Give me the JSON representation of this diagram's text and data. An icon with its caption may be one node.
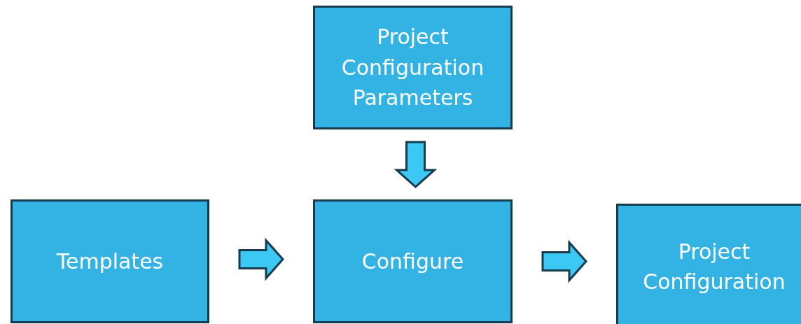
{
  "diagram": {
    "nodes": [
      {
        "text": [
          "Project Configuration Parameters"
        ]
      },
      {
        "text": [
          "Templates"
        ]
      },
      {
        "text": [
          "Configure"
        ]
      },
      {
        "text": [
          "Project Configuration"
        ]
      }
    ],
    "edges": [
      {
        "from": 0,
        "to": 2,
        "arrow": "to"
      },
      {
        "from": 1,
        "to": 2,
        "arrow": "to"
      },
      {
        "from": 2,
        "to": 3,
        "arrow": "to"
      }
    ]
  }
}
